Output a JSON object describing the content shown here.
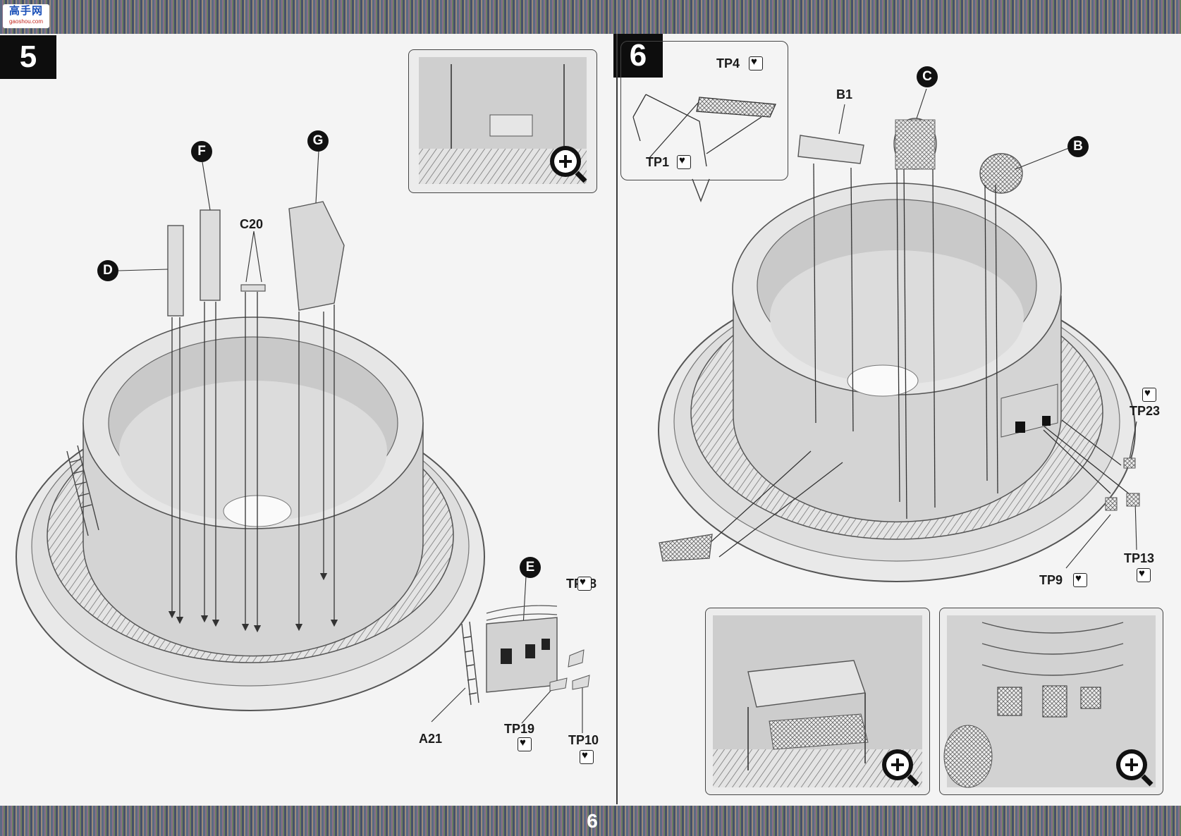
{
  "brand": {
    "site_name": "高手网",
    "site_url": "gaoshou.com"
  },
  "page_number": "6",
  "steps": [
    {
      "number": "5"
    },
    {
      "number": "6"
    }
  ],
  "step5": {
    "badges": {
      "d": "D",
      "f": "F",
      "g": "G",
      "e": "E"
    },
    "labels": {
      "c20": "C20",
      "a21": "A21",
      "tp18": "TP18",
      "tp19": "TP19",
      "tp10": "TP10"
    }
  },
  "step6": {
    "badges": {
      "c": "C",
      "b": "B"
    },
    "labels": {
      "b1": "B1",
      "tp4": "TP4",
      "tp1": "TP1",
      "tp23": "TP23",
      "tp13": "TP13",
      "tp9": "TP9"
    }
  },
  "icons": {
    "zoom": "magnifier-plus-icon",
    "photo_etch": "photo-etch-heart-icon"
  },
  "colors": {
    "band": "#5b6a84",
    "ink": "#1b1b1b",
    "step_box": "#0d0d0d"
  }
}
